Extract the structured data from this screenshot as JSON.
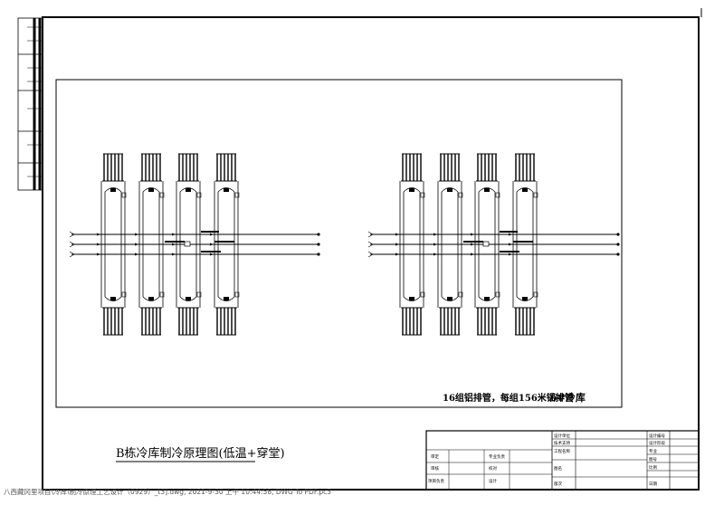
{
  "drawing": {
    "title": "B栋冷库制冷原理图(低温+穿堂)",
    "note_left": "16组铝排管，每组156米铝排管",
    "note_room": "6#冷库"
  },
  "title_block": {
    "right_labels": [
      "设计单位",
      "技术支持",
      "工程名称",
      "图名",
      "版次"
    ],
    "right_values": [
      "设计编号",
      "设计阶段",
      "专业",
      "图号",
      "比例",
      "日期"
    ],
    "left_rows": [
      [
        "审定",
        "专业负责"
      ],
      [
        "审核",
        "校对"
      ],
      [
        "项目负责",
        "设计"
      ]
    ]
  },
  "status_bar": {
    "text": "八西藏冈里项目\\冷库\\制冷原理工艺设计（0929）_t3].dwg, 2021-9-30 上午 10:44:58, DWG To PDF.pc3"
  }
}
